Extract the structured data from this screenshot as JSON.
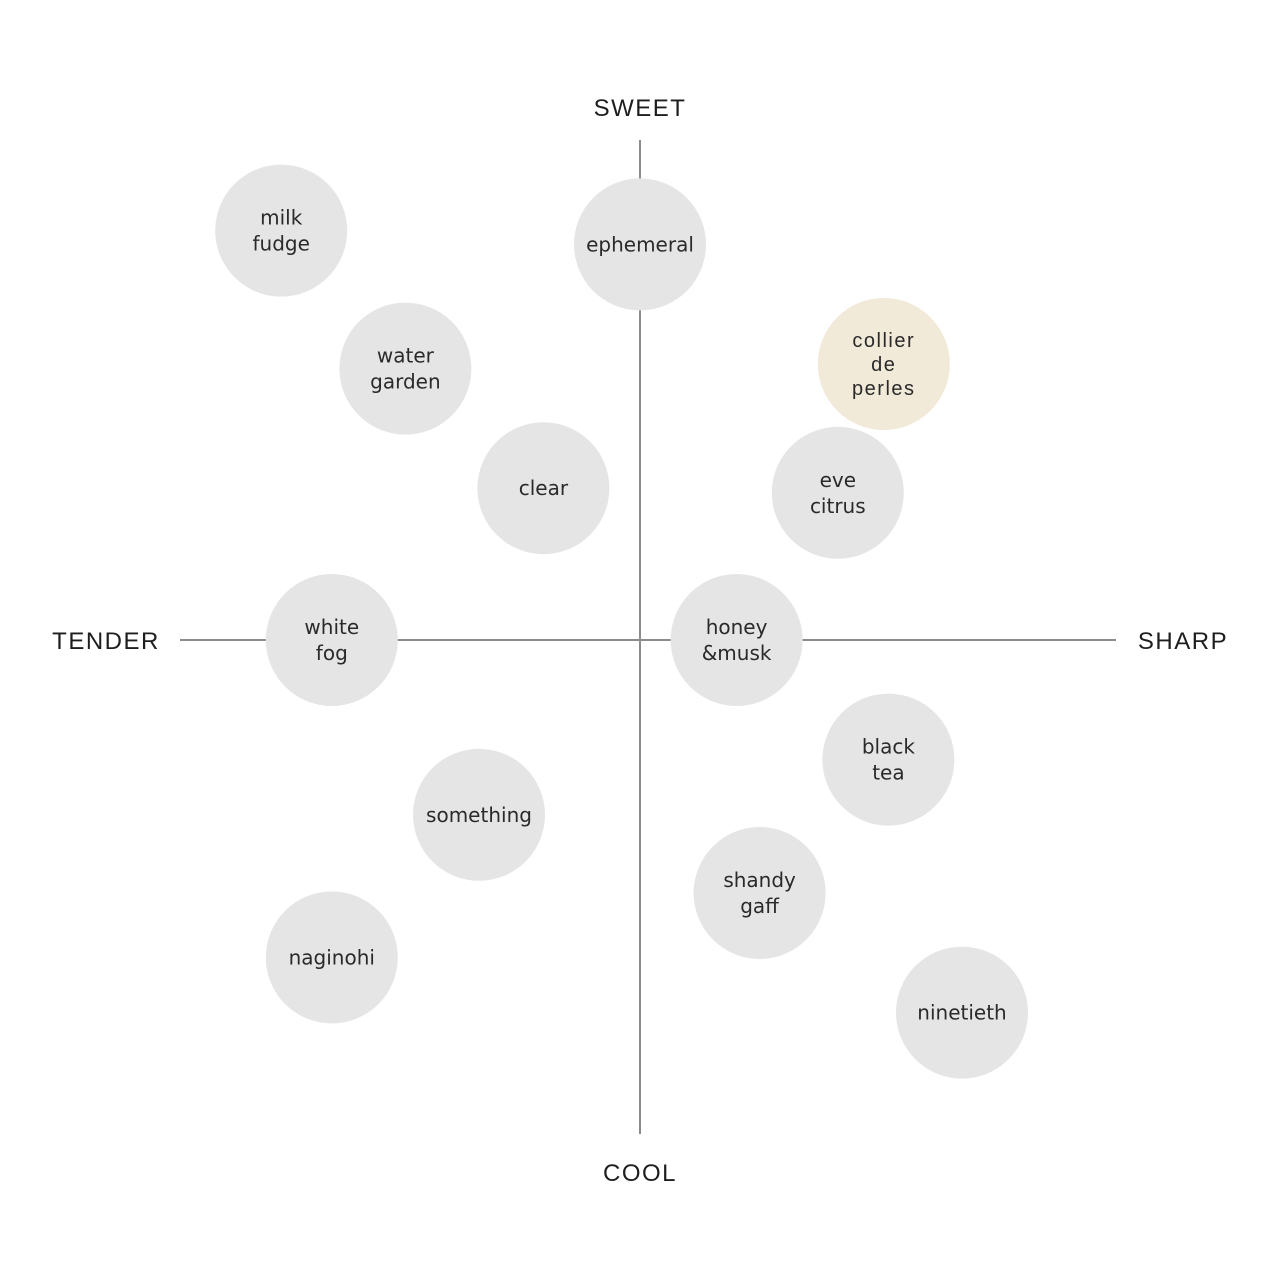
{
  "axes": {
    "top": "SWEET",
    "bottom": "COOL",
    "left": "TENDER",
    "right": "SHARP"
  },
  "colors": {
    "bubble": "#e6e5e5",
    "highlight": "#f1ead8",
    "axis": "#8c8c8c",
    "text": "#1e1e1e"
  },
  "chart_data": {
    "type": "scatter",
    "x_axis": {
      "negative": "TENDER",
      "positive": "SHARP"
    },
    "y_axis": {
      "positive": "SWEET",
      "negative": "COOL"
    },
    "points": [
      {
        "name": "milk fudge",
        "lines": [
          "milk",
          "fudge"
        ],
        "x": -0.78,
        "y": 0.89,
        "highlight": false
      },
      {
        "name": "ephemeral",
        "lines": [
          "ephemeral"
        ],
        "x": 0.0,
        "y": 0.86,
        "highlight": false
      },
      {
        "name": "water garden",
        "lines": [
          "water",
          "garden"
        ],
        "x": -0.51,
        "y": 0.59,
        "highlight": false
      },
      {
        "name": "collier de perles",
        "lines": [
          "collier",
          "de",
          "perles"
        ],
        "x": 0.53,
        "y": 0.6,
        "highlight": true
      },
      {
        "name": "clear",
        "lines": [
          "clear"
        ],
        "x": -0.21,
        "y": 0.33,
        "highlight": false
      },
      {
        "name": "eve citrus",
        "lines": [
          "eve",
          "citrus"
        ],
        "x": 0.43,
        "y": 0.32,
        "highlight": false
      },
      {
        "name": "white fog",
        "lines": [
          "white",
          "fog"
        ],
        "x": -0.67,
        "y": 0.0,
        "highlight": false
      },
      {
        "name": "honey &musk",
        "lines": [
          "honey",
          "&musk"
        ],
        "x": 0.21,
        "y": 0.0,
        "highlight": false
      },
      {
        "name": "black tea",
        "lines": [
          "black",
          "tea"
        ],
        "x": 0.54,
        "y": -0.26,
        "highlight": false
      },
      {
        "name": "something",
        "lines": [
          "something"
        ],
        "x": -0.35,
        "y": -0.38,
        "highlight": false
      },
      {
        "name": "shandy gaff",
        "lines": [
          "shandy",
          "gaff"
        ],
        "x": 0.26,
        "y": -0.55,
        "highlight": false
      },
      {
        "name": "naginohi",
        "lines": [
          "naginohi"
        ],
        "x": -0.67,
        "y": -0.69,
        "highlight": false
      },
      {
        "name": "ninetieth",
        "lines": [
          "ninetieth"
        ],
        "x": 0.7,
        "y": -0.81,
        "highlight": false
      }
    ]
  }
}
